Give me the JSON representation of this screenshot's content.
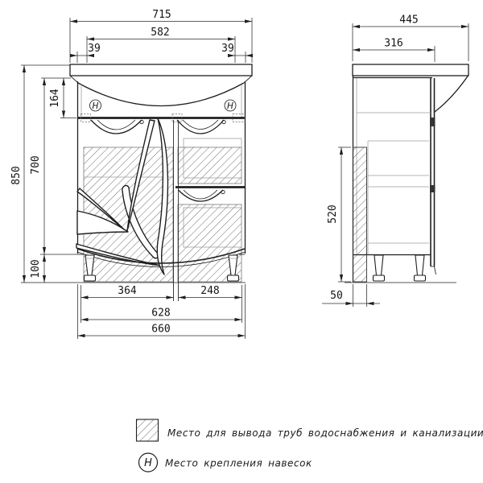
{
  "front_view": {
    "dims": {
      "total_width": "715",
      "basin_width": "582",
      "offset_left": "39",
      "offset_right": "39",
      "total_height": "850",
      "cabinet_height": "700",
      "apron_height": "164",
      "leg_height": "100",
      "door_width": "364",
      "drawer_width": "248",
      "inner_width": "628",
      "cabinet_width": "660"
    },
    "hanger_symbol": "H"
  },
  "side_view": {
    "dims": {
      "total_depth": "445",
      "cabinet_depth": "316",
      "pipe_zone_height": "520",
      "pipe_zone_width": "50"
    }
  },
  "legend": {
    "items": [
      {
        "symbol": "hatch",
        "text": "Место для вывода труб водоснабжения и канализации"
      },
      {
        "symbol": "H",
        "text": "Место крепления навесок"
      }
    ]
  },
  "colors": {
    "line": "#1f1f1f",
    "hidden_line": "#9b9b9b",
    "background": "#ffffff"
  }
}
